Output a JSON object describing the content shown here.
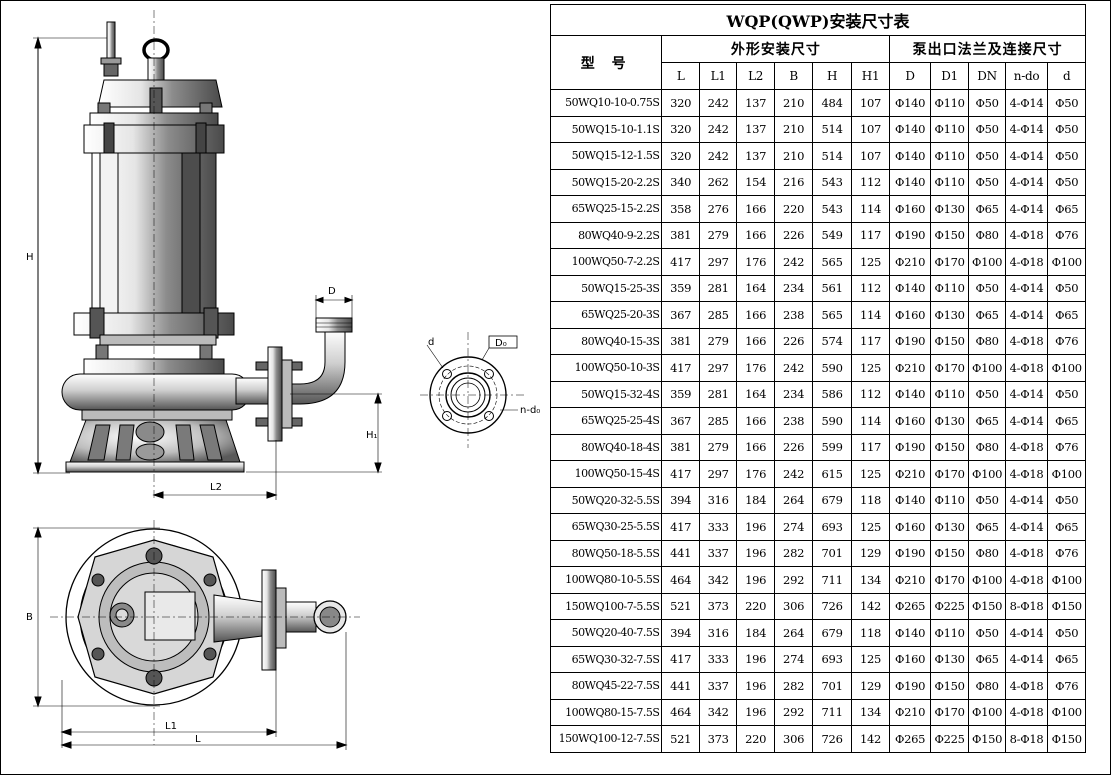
{
  "title": "WQP(QWP)安装尺寸表",
  "header": {
    "model": "型  号",
    "group_outline": "外形安装尺寸",
    "group_flange": "泵出口法兰及连接尺寸",
    "cols": [
      "L",
      "L1",
      "L2",
      "B",
      "H",
      "H1",
      "D",
      "D1",
      "DN",
      "n-do",
      "d"
    ]
  },
  "rows": [
    [
      "50WQ10-10-0.75S",
      "320",
      "242",
      "137",
      "210",
      "484",
      "107",
      "Φ140",
      "Φ110",
      "Φ50",
      "4-Φ14",
      "Φ50"
    ],
    [
      "50WQ15-10-1.1S",
      "320",
      "242",
      "137",
      "210",
      "514",
      "107",
      "Φ140",
      "Φ110",
      "Φ50",
      "4-Φ14",
      "Φ50"
    ],
    [
      "50WQ15-12-1.5S",
      "320",
      "242",
      "137",
      "210",
      "514",
      "107",
      "Φ140",
      "Φ110",
      "Φ50",
      "4-Φ14",
      "Φ50"
    ],
    [
      "50WQ15-20-2.2S",
      "340",
      "262",
      "154",
      "216",
      "543",
      "112",
      "Φ140",
      "Φ110",
      "Φ50",
      "4-Φ14",
      "Φ50"
    ],
    [
      "65WQ25-15-2.2S",
      "358",
      "276",
      "166",
      "220",
      "543",
      "114",
      "Φ160",
      "Φ130",
      "Φ65",
      "4-Φ14",
      "Φ65"
    ],
    [
      "80WQ40-9-2.2S",
      "381",
      "279",
      "166",
      "226",
      "549",
      "117",
      "Φ190",
      "Φ150",
      "Φ80",
      "4-Φ18",
      "Φ76"
    ],
    [
      "100WQ50-7-2.2S",
      "417",
      "297",
      "176",
      "242",
      "565",
      "125",
      "Φ210",
      "Φ170",
      "Φ100",
      "4-Φ18",
      "Φ100"
    ],
    [
      "50WQ15-25-3S",
      "359",
      "281",
      "164",
      "234",
      "561",
      "112",
      "Φ140",
      "Φ110",
      "Φ50",
      "4-Φ14",
      "Φ50"
    ],
    [
      "65WQ25-20-3S",
      "367",
      "285",
      "166",
      "238",
      "565",
      "114",
      "Φ160",
      "Φ130",
      "Φ65",
      "4-Φ14",
      "Φ65"
    ],
    [
      "80WQ40-15-3S",
      "381",
      "279",
      "166",
      "226",
      "574",
      "117",
      "Φ190",
      "Φ150",
      "Φ80",
      "4-Φ18",
      "Φ76"
    ],
    [
      "100WQ50-10-3S",
      "417",
      "297",
      "176",
      "242",
      "590",
      "125",
      "Φ210",
      "Φ170",
      "Φ100",
      "4-Φ18",
      "Φ100"
    ],
    [
      "50WQ15-32-4S",
      "359",
      "281",
      "164",
      "234",
      "586",
      "112",
      "Φ140",
      "Φ110",
      "Φ50",
      "4-Φ14",
      "Φ50"
    ],
    [
      "65WQ25-25-4S",
      "367",
      "285",
      "166",
      "238",
      "590",
      "114",
      "Φ160",
      "Φ130",
      "Φ65",
      "4-Φ14",
      "Φ65"
    ],
    [
      "80WQ40-18-4S",
      "381",
      "279",
      "166",
      "226",
      "599",
      "117",
      "Φ190",
      "Φ150",
      "Φ80",
      "4-Φ18",
      "Φ76"
    ],
    [
      "100WQ50-15-4S",
      "417",
      "297",
      "176",
      "242",
      "615",
      "125",
      "Φ210",
      "Φ170",
      "Φ100",
      "4-Φ18",
      "Φ100"
    ],
    [
      "50WQ20-32-5.5S",
      "394",
      "316",
      "184",
      "264",
      "679",
      "118",
      "Φ140",
      "Φ110",
      "Φ50",
      "4-Φ14",
      "Φ50"
    ],
    [
      "65WQ30-25-5.5S",
      "417",
      "333",
      "196",
      "274",
      "693",
      "125",
      "Φ160",
      "Φ130",
      "Φ65",
      "4-Φ14",
      "Φ65"
    ],
    [
      "80WQ50-18-5.5S",
      "441",
      "337",
      "196",
      "282",
      "701",
      "129",
      "Φ190",
      "Φ150",
      "Φ80",
      "4-Φ18",
      "Φ76"
    ],
    [
      "100WQ80-10-5.5S",
      "464",
      "342",
      "196",
      "292",
      "711",
      "134",
      "Φ210",
      "Φ170",
      "Φ100",
      "4-Φ18",
      "Φ100"
    ],
    [
      "150WQ100-7-5.5S",
      "521",
      "373",
      "220",
      "306",
      "726",
      "142",
      "Φ265",
      "Φ225",
      "Φ150",
      "8-Φ18",
      "Φ150"
    ],
    [
      "50WQ20-40-7.5S",
      "394",
      "316",
      "184",
      "264",
      "679",
      "118",
      "Φ140",
      "Φ110",
      "Φ50",
      "4-Φ14",
      "Φ50"
    ],
    [
      "65WQ30-32-7.5S",
      "417",
      "333",
      "196",
      "274",
      "693",
      "125",
      "Φ160",
      "Φ130",
      "Φ65",
      "4-Φ14",
      "Φ65"
    ],
    [
      "80WQ45-22-7.5S",
      "441",
      "337",
      "196",
      "282",
      "701",
      "129",
      "Φ190",
      "Φ150",
      "Φ80",
      "4-Φ18",
      "Φ76"
    ],
    [
      "100WQ80-15-7.5S",
      "464",
      "342",
      "196",
      "292",
      "711",
      "134",
      "Φ210",
      "Φ170",
      "Φ100",
      "4-Φ18",
      "Φ100"
    ],
    [
      "150WQ100-12-7.5S",
      "521",
      "373",
      "220",
      "306",
      "726",
      "142",
      "Φ265",
      "Φ225",
      "Φ150",
      "8-Φ18",
      "Φ150"
    ]
  ],
  "drawing_labels": {
    "H": "H",
    "H1": "H₁",
    "L2": "L2",
    "D": "D",
    "d": "d",
    "Do": "D₀",
    "ndo": "n-d₀",
    "B": "B",
    "L1": "L1",
    "L": "L"
  },
  "colors": {
    "line": "#000000",
    "paper": "#ffffff",
    "fill_dark": "#6f6f6f",
    "fill_mid": "#a9a9a9",
    "fill_light": "#d8d8d8"
  }
}
